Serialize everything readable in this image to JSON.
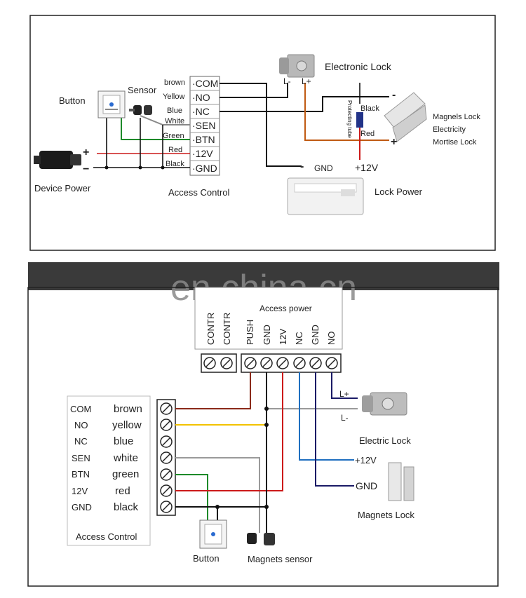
{
  "top": {
    "button": "Button",
    "sensor": "Sensor",
    "device_power": "Device Power",
    "access_control": "Access Control",
    "electronic_lock": "Electronic Lock",
    "lock_power": "Lock Power",
    "magnets_lock_lines": [
      "Magnels Lock",
      "Electricity",
      "Mortise Lock"
    ],
    "terminals": [
      "·COM",
      "·NO",
      "·NC",
      "·SEN",
      "·BTN",
      "·12V",
      "·GND"
    ],
    "wire_labels": [
      "brown",
      "Yellow",
      "Blue",
      "White",
      "Green",
      "Red",
      "Black"
    ],
    "plus": "+",
    "minus": "−",
    "l_minus": "L-",
    "l_plus": "L+",
    "gnd": "GND",
    "plus12v": "+12V",
    "protecting_tube": "Protecting tube",
    "black": "Black",
    "red": "Red",
    "lock_plus": "+",
    "lock_minus": "-"
  },
  "watermark": "en.china.cn",
  "bottom": {
    "access_power": "Access power",
    "power_terminals": [
      "CONTR",
      "CONTR",
      "PUSH",
      "GND",
      "12V",
      "NC",
      "GND",
      "NO"
    ],
    "legend_codes": [
      "COM",
      "NO",
      "NC",
      "SEN",
      "BTN",
      "12V",
      "GND"
    ],
    "legend_colors": [
      "brown",
      "yellow",
      "blue",
      "white",
      "green",
      "red",
      "black"
    ],
    "access_control": "Access Control",
    "button": "Button",
    "magnets_sensor": "Magnets sensor",
    "electric_lock": "Electric Lock",
    "magnets_lock": "Magnets  Lock",
    "l_plus": "L+",
    "l_minus": "L-",
    "plus12v": "+12V",
    "gnd": "GND"
  },
  "colors": {
    "brown": "#8b2a1a",
    "yellow": "#f2c200",
    "blue": "#1f6fc0",
    "gray": "#9a9a9a",
    "green": "#1e8a2a",
    "red": "#cc1a1a",
    "black": "#111111",
    "navy": "#1a1a66",
    "orange": "#c05a12"
  }
}
